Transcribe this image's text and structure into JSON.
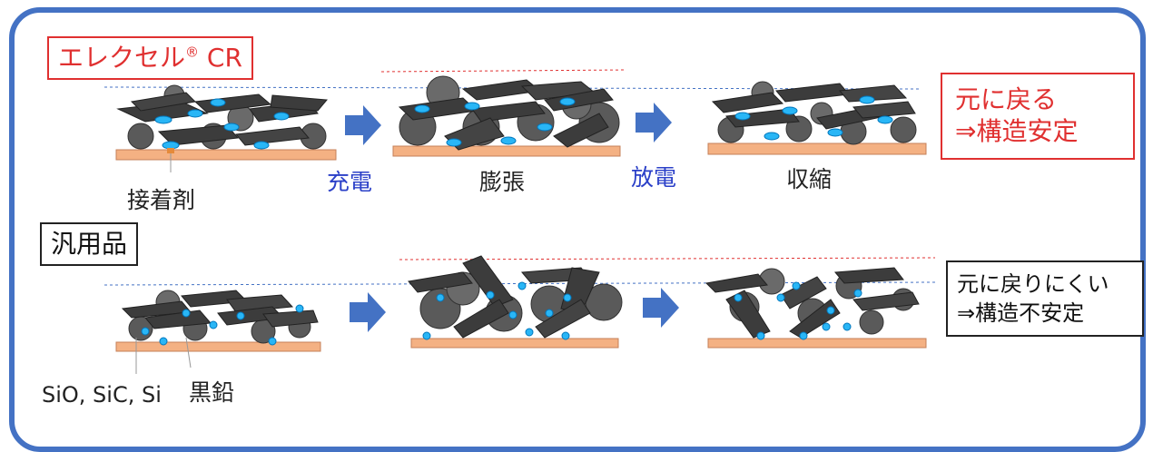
{
  "labels": {
    "product_name": "エレクセル",
    "product_reg": "®",
    "product_suffix": "CR",
    "binder": "接着剤",
    "charge": "充電",
    "expansion": "膨張",
    "discharge": "放電",
    "shrink": "収縮",
    "result_good_line1": "元に戻る",
    "result_good_line2": "⇒構造安定",
    "generic": "汎用品",
    "result_bad_line1": "元に戻りにくい",
    "result_bad_line2": "⇒構造不安定",
    "silicon_materials": "SiO, SiC, Si",
    "graphite": "黒鉛"
  },
  "colors": {
    "frame": "#4472c4",
    "arrow": "#4472c4",
    "accent_red": "#e03030",
    "charge_text": "#2b40c8",
    "substrate": "#f4b183",
    "particle": "#5a5a5a",
    "flake": "#3c3c3c",
    "binder": "#29b6f6"
  }
}
